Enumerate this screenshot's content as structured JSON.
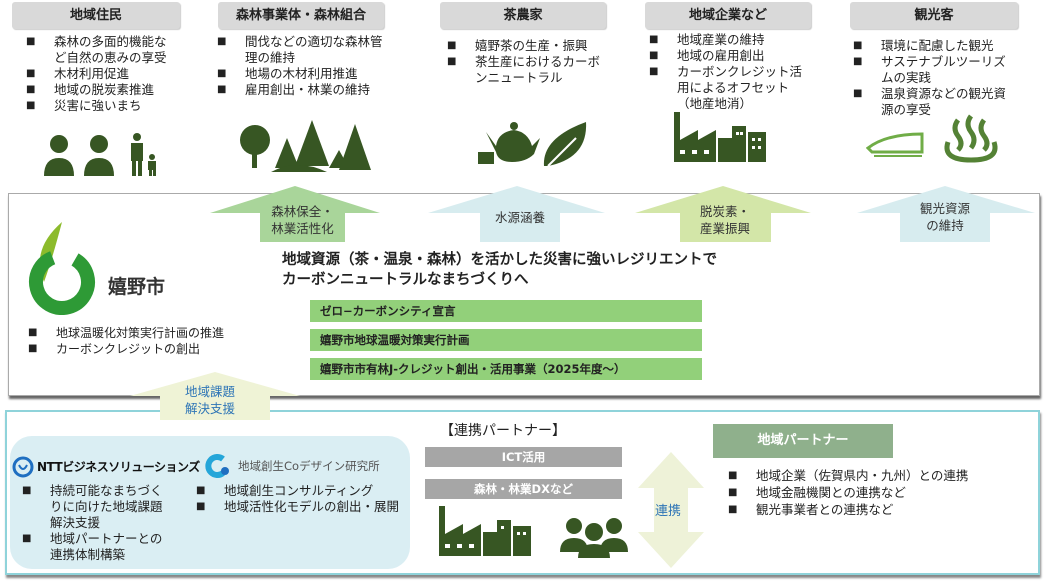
{
  "stakeholders": [
    {
      "title": "地域住民",
      "items": [
        "森林の多面的機能など自然の恵みの享受",
        "木材利用促進",
        "地域の脱炭素推進",
        "災害に強いまち"
      ],
      "icon": "people-icon"
    },
    {
      "title": "森林事業体・森林組合",
      "items": [
        "間伐などの適切な森林管理の維持",
        "地場の木材利用推進",
        "雇用創出・林業の維持"
      ],
      "icon": "forest-icon"
    },
    {
      "title": "茶農家",
      "items": [
        "嬉野茶の生産・振興",
        "茶生産におけるカーボンニュートラル"
      ],
      "icon": "teapot-leaf-icon"
    },
    {
      "title": "地域企業など",
      "items": [
        "地域産業の維持",
        "地域の雇用創出",
        "カーボンクレジット活用によるオフセット（地産地消）"
      ],
      "icon": "factory-icon"
    },
    {
      "title": "観光客",
      "items": [
        "環境に配慮した観光",
        "サステナブルツーリズムの実践",
        "温泉資源などの観光資源の享受"
      ],
      "icon": "train-onsen-icon"
    }
  ],
  "arrows": [
    {
      "l1": "森林保全・",
      "l2": "林業活性化",
      "color": "#a9d59a"
    },
    {
      "l1": "水源涵養",
      "l2": "",
      "color": "#d7ecef"
    },
    {
      "l1": "脱炭素・",
      "l2": "産業振興",
      "color": "#d3e6a8"
    },
    {
      "l1": "観光資源",
      "l2": "の維持",
      "color": "#d7ecef"
    }
  ],
  "city": {
    "name": "嬉野市",
    "items": [
      "地球温暖化対策実行計画の推進",
      "カーボンクレジットの創出"
    ],
    "vision_l1": "地域資源（茶・温泉・森林）を活かした災害に強いレジリエントで",
    "vision_l2": "カーボンニュートラルなまちづくりへ",
    "bars": [
      "ゼロ−カーボンシティ宣言",
      "嬉野市地球温暖対策実行計画",
      "嬉野市市有林J-クレジット創出・活用事業（2025年度〜）"
    ]
  },
  "support_arrow": {
    "l1": "地域課題",
    "l2": "解決支援"
  },
  "partners": {
    "ntt_logo": "NTTビジネスソリューションズ",
    "ntt_items": [
      "持続可能なまちづくりに向けた地域課題解決支援",
      "地域パートナーとの連携体制構築"
    ],
    "coden_logo": "地域創生Coデザイン研究所",
    "coden_items": [
      "地域創生コンサルティング",
      "地域活性化モデルの創出・展開"
    ],
    "heading": "【連携パートナー】",
    "tags": [
      "ICT活用",
      "森林・林業DXなど"
    ],
    "link_label": "連携",
    "local_title": "地域パートナー",
    "local_items": [
      "地域企業（佐賀県内・九州）との連携",
      "地域金融機関との連携など",
      "観光事業者との連携など"
    ]
  },
  "colors": {
    "icon": "#375623",
    "bar": "#92d07a",
    "teal_border": "#7fcfd8"
  }
}
